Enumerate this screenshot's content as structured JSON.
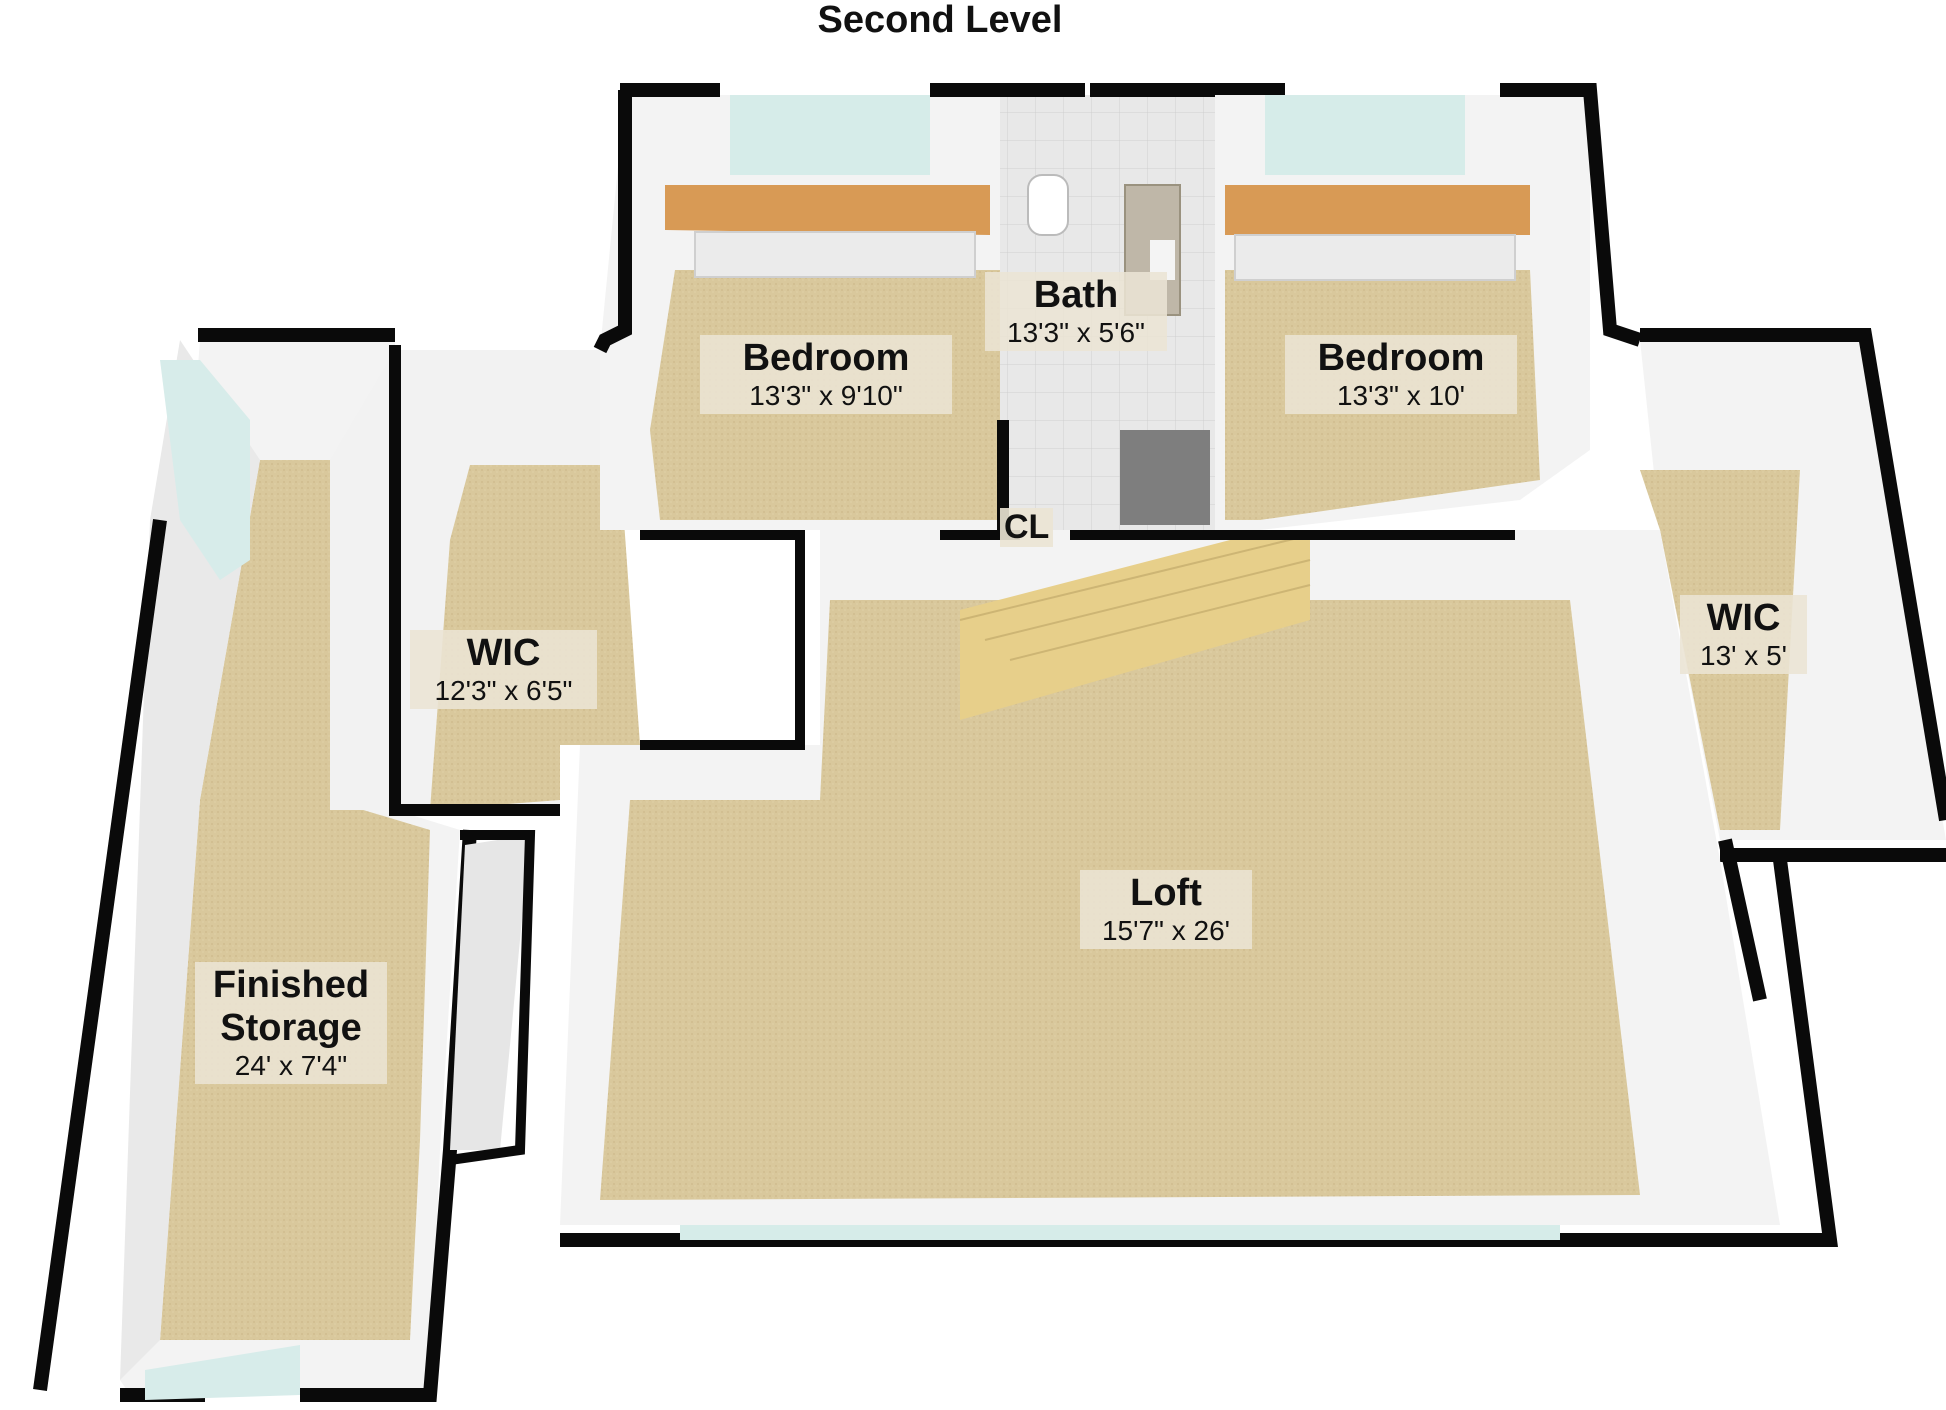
{
  "plan": {
    "title": "Second Level",
    "colors": {
      "wall": "#0a0a0a",
      "wall_face": "#f4f4f4",
      "carpet": "#d8c79a",
      "carpet_dark": "#c8b585",
      "window": "#cfe8e4",
      "tile": "#e6e6e6",
      "cabinet": "#d89a55",
      "stairs": "#e8d08c"
    },
    "rooms": [
      {
        "id": "bedroom-left",
        "name": "Bedroom",
        "size": "13'3\" x 9'10\""
      },
      {
        "id": "bath",
        "name": "Bath",
        "size": "13'3\" x 5'6\""
      },
      {
        "id": "bedroom-right",
        "name": "Bedroom",
        "size": "13'3\" x 10'"
      },
      {
        "id": "wic-left",
        "name": "WIC",
        "size": "12'3\" x 6'5\""
      },
      {
        "id": "wic-right",
        "name": "WIC",
        "size": "13' x 5'"
      },
      {
        "id": "loft",
        "name": "Loft",
        "size": "15'7\" x 26'"
      },
      {
        "id": "storage",
        "name": "Finished Storage",
        "size": "24' x 7'4\""
      }
    ],
    "closet_label": "CL"
  }
}
